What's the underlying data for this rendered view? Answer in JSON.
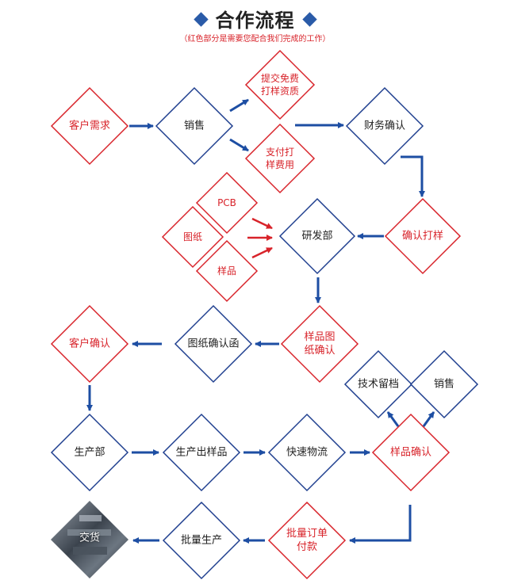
{
  "header": {
    "title": "合作流程",
    "subtitle": "（红色部分是需要您配合我们完成的工作）"
  },
  "colors": {
    "red": "#d8232a",
    "blue": "#1f3f8f",
    "arrow_blue": "#1d4ea3"
  },
  "nodes": {
    "customer_request": "客户需求",
    "sales_1": "销售",
    "free_sample_info": "提交免费\n打样资质",
    "pay_sample_fee": "支付打\n样费用",
    "finance_confirm": "财务确认",
    "confirm_proof": "确认打样",
    "rd_dept": "研发部",
    "pcb": "PCB",
    "drawing": "图纸",
    "sample": "样品",
    "sample_drawing_confirm": "样品图\n纸确认",
    "drawing_confirm_letter": "图纸确认函",
    "customer_confirm": "客户确认",
    "production_dept": "生产部",
    "produce_samples": "生产出样品",
    "express": "快速物流",
    "sample_confirm": "样品确认",
    "tech_archive": "技术留档",
    "sales_2": "销售",
    "mass_order_payment": "批量订单\n付款",
    "mass_production": "批量生产",
    "delivery": "交货"
  }
}
